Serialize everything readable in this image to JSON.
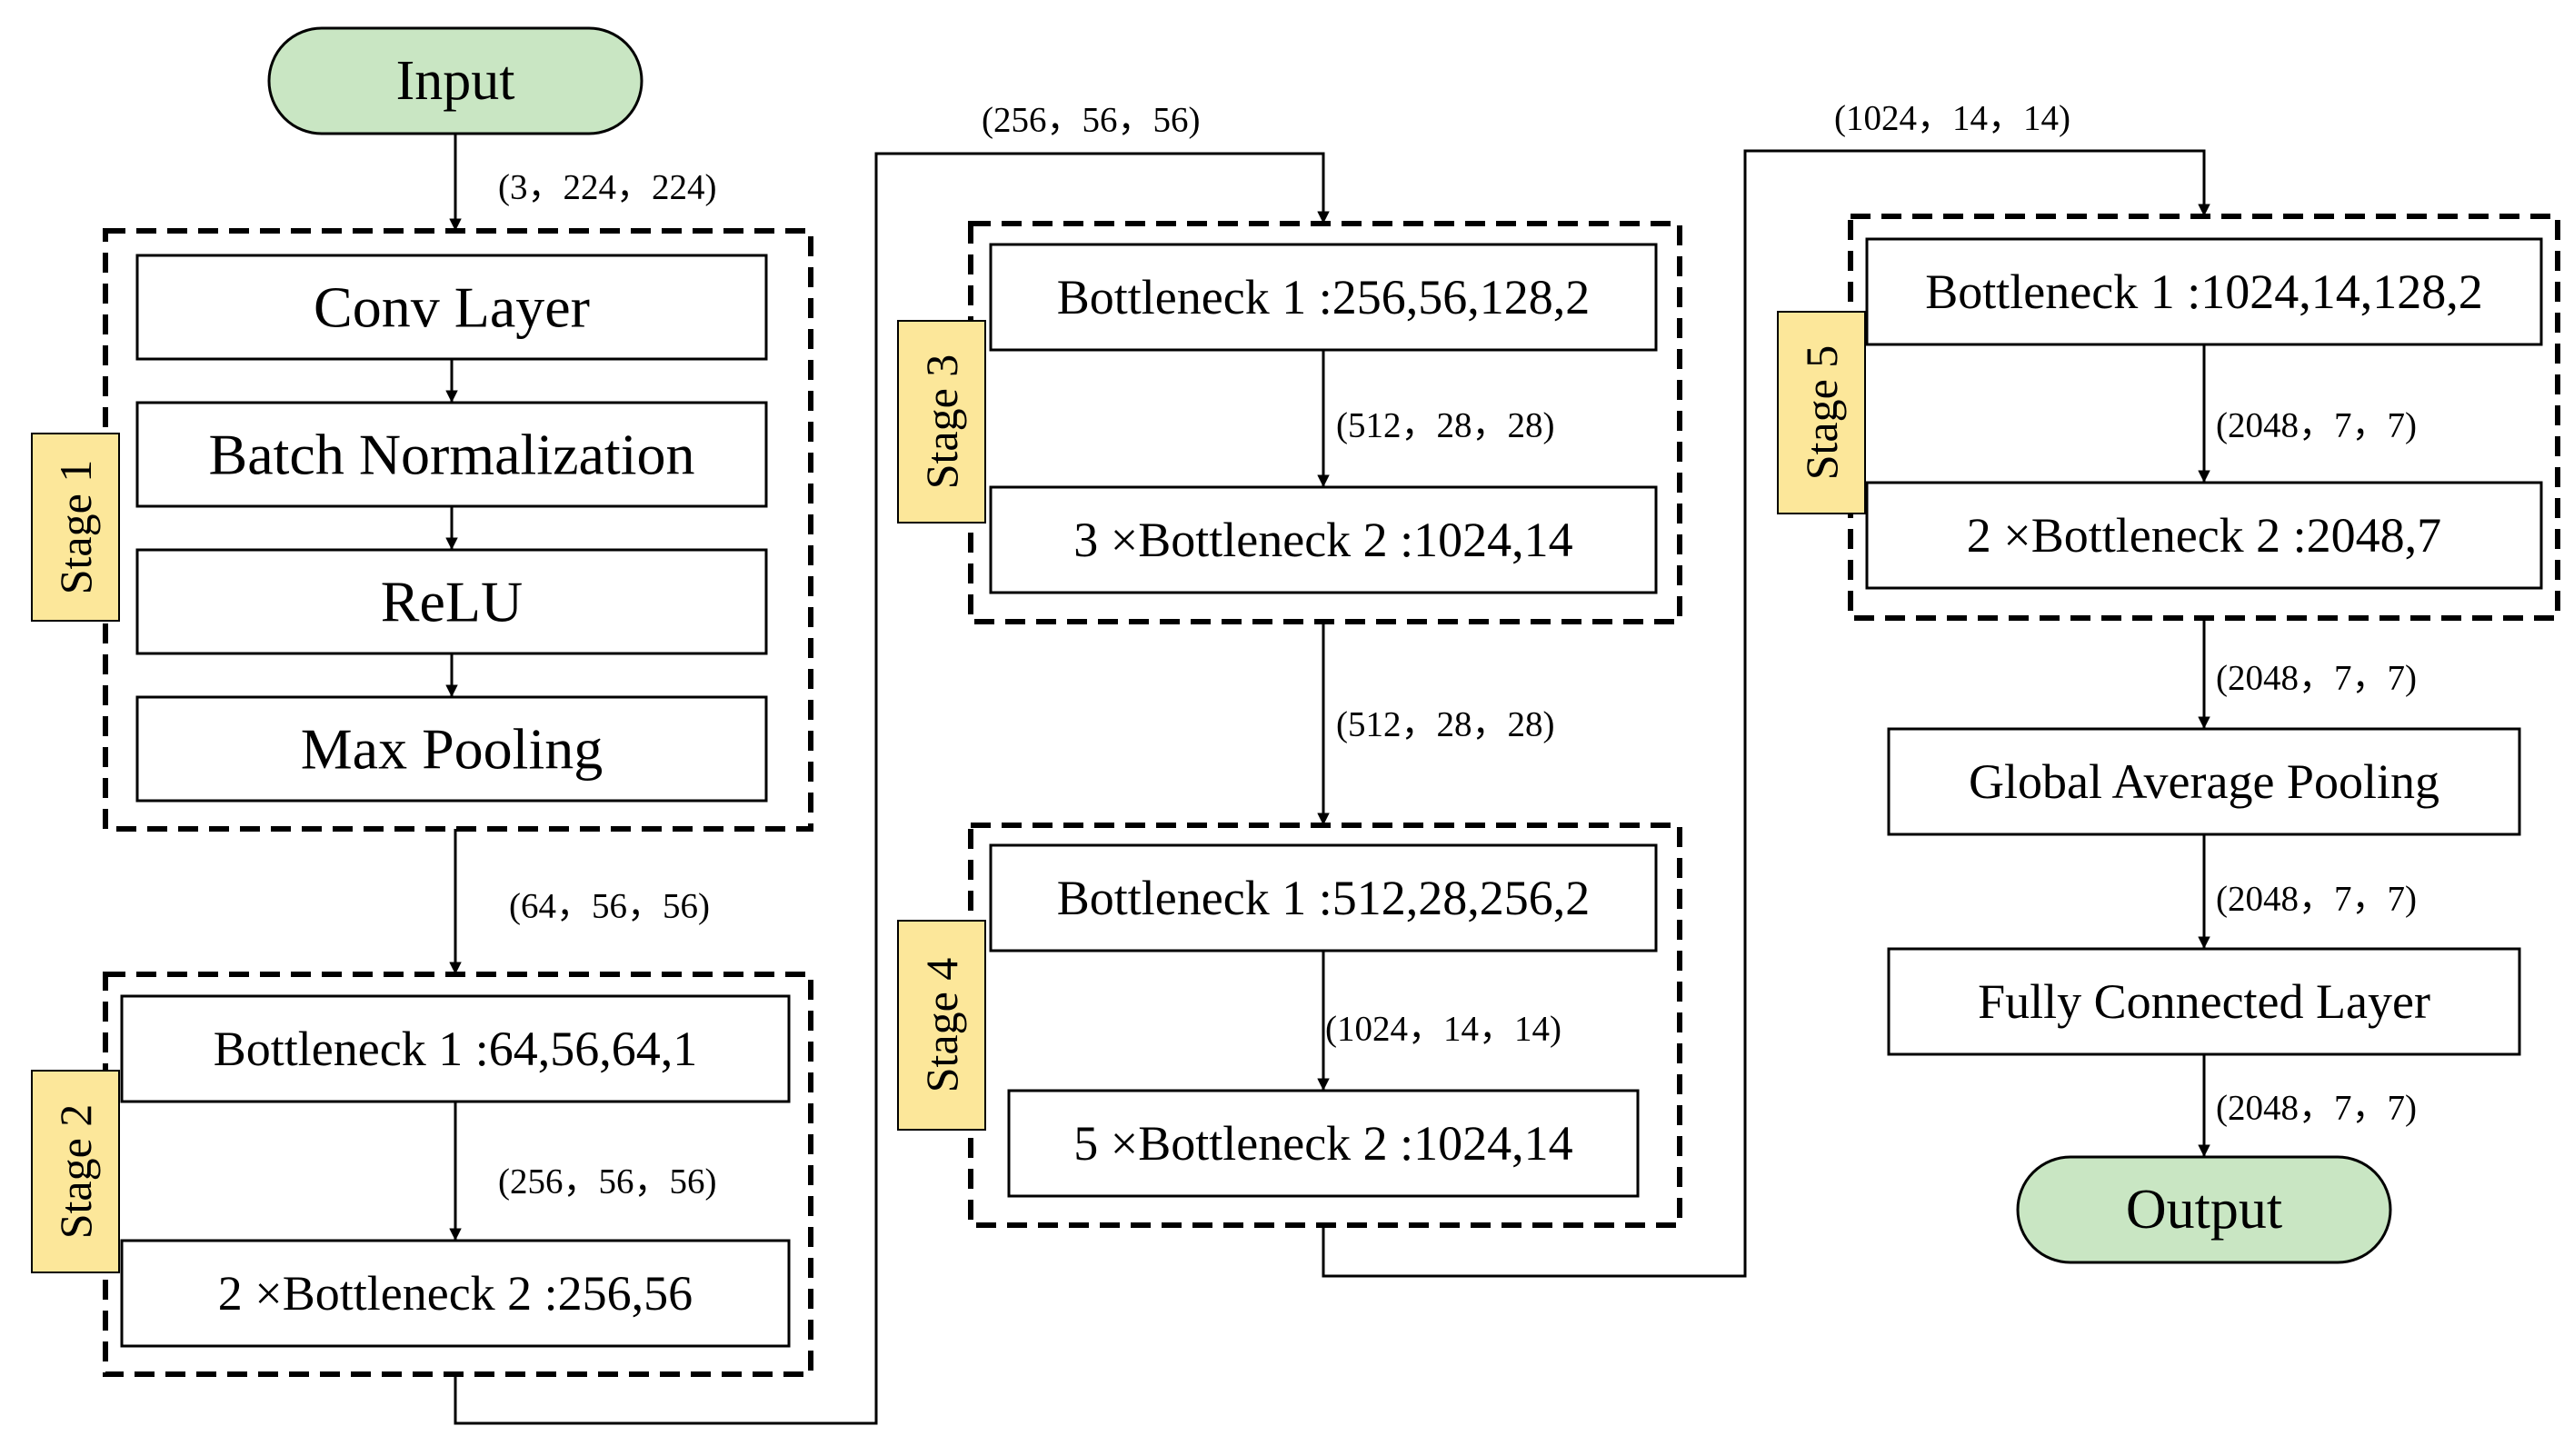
{
  "terminals": {
    "input": "Input",
    "output": "Output"
  },
  "stage1": {
    "label": "Stage 1",
    "layers": [
      "Conv Layer",
      "Batch Normalization",
      "ReLU",
      "Max Pooling"
    ]
  },
  "stage2": {
    "label": "Stage 2",
    "block1": "Bottleneck 1 :64,56,64,1",
    "block2": "2 ×Bottleneck 2 :256,56"
  },
  "stage3": {
    "label": "Stage 3",
    "block1": "Bottleneck 1 :256,56,128,2",
    "block2": "3 ×Bottleneck 2 :1024,14"
  },
  "stage4": {
    "label": "Stage 4",
    "block1": "Bottleneck 1 :512,28,256,2",
    "block2": "5 ×Bottleneck 2 :1024,14"
  },
  "stage5": {
    "label": "Stage 5",
    "block1": "Bottleneck 1 :1024,14,128,2",
    "block2": "2 ×Bottleneck 2 :2048,7"
  },
  "head": {
    "pool": "Global Average Pooling",
    "fc": "Fully Connected Layer"
  },
  "dims": {
    "input": "(3，224，224)",
    "after_stage1": "(64，56，56)",
    "stage2_mid": "(256，56，56)",
    "after_stage2": "(256，56，56)",
    "stage3_mid": "(512，28，28)",
    "after_stage3": "(512，28，28)",
    "stage4_mid": "(1024，14，14)",
    "after_stage4": "(1024，14，14)",
    "stage5_mid": "(2048，7，7)",
    "after_stage5": "(2048，7，7)",
    "after_pool": "(2048，7，7)",
    "after_fc": "(2048，7，7)"
  },
  "colors": {
    "terminal_fill": "#c9e6c3",
    "stage_label_fill": "#fce79a",
    "line": "#000000"
  }
}
